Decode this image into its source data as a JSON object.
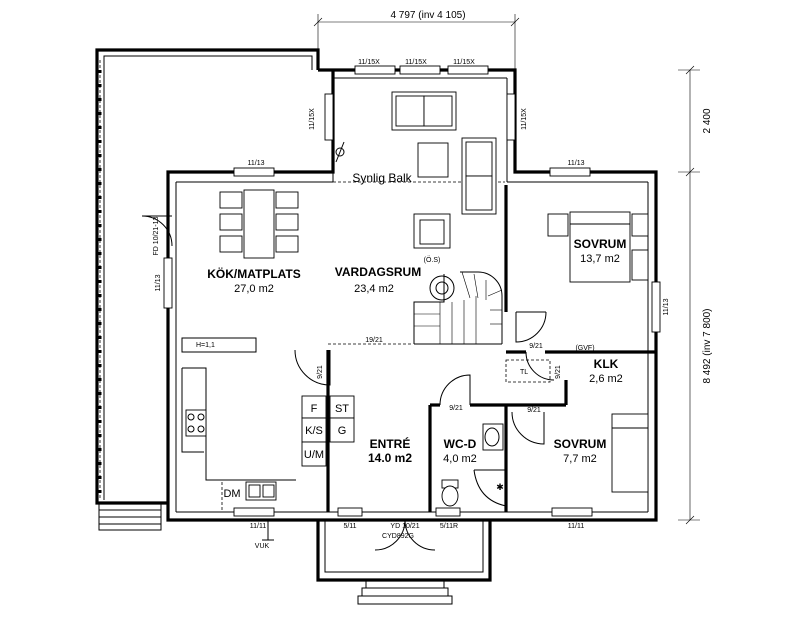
{
  "dimensions": {
    "top": "4 797 (inv 4 105)",
    "right_upper": "2 400",
    "right_main": "8 492 (inv 7 800)"
  },
  "rooms": {
    "kok": {
      "name": "KÖK/MATPLATS",
      "area": "27,0 m2"
    },
    "vardagsrum": {
      "name": "VARDAGSRUM",
      "area": "23,4 m2"
    },
    "sovrum1": {
      "name": "SOVRUM",
      "area": "13,7 m2"
    },
    "klk": {
      "name": "KLK",
      "area": "2,6 m2"
    },
    "entre": {
      "name": "ENTRÉ",
      "area": "14.0 m2"
    },
    "wcd": {
      "name": "WC-D",
      "area": "4,0 m2"
    },
    "sovrum2": {
      "name": "SOVRUM",
      "area": "7,7 m2"
    }
  },
  "annotations": {
    "synlig_balk": "Synlig Balk",
    "os": "(Ö.S)",
    "h11": "H=1,1",
    "gvf": "(GVF)",
    "tl": "TL",
    "fd": "FD 10/21-13",
    "yd1": "YD 10/21",
    "yd2": "CYD892G",
    "vuk": "VUK",
    "dm": "DM"
  },
  "windows": {
    "w_top1": "11/15X",
    "w_top2": "11/15X",
    "w_top3": "11/15X",
    "w_left_bay": "11/15X",
    "w_right_bay": "11/15X",
    "w_kok_top": "11/13",
    "w_sov_top": "11/13",
    "w_left": "11/13",
    "w_right": "11/13",
    "w_bot1": "11/11",
    "w_bot2": "5/11",
    "w_bot3": "5/11R",
    "w_bot4": "11/11"
  },
  "doors": {
    "d_1921": "19/21",
    "d_921_a": "9/21",
    "d_921_b": "9/21",
    "d_921_c": "9/21",
    "d_921_d": "9/21",
    "d_921_e": "9/21"
  },
  "cabinets": {
    "f": "F",
    "st": "ST",
    "ks": "K/S",
    "g": "G",
    "um": "U/M"
  }
}
